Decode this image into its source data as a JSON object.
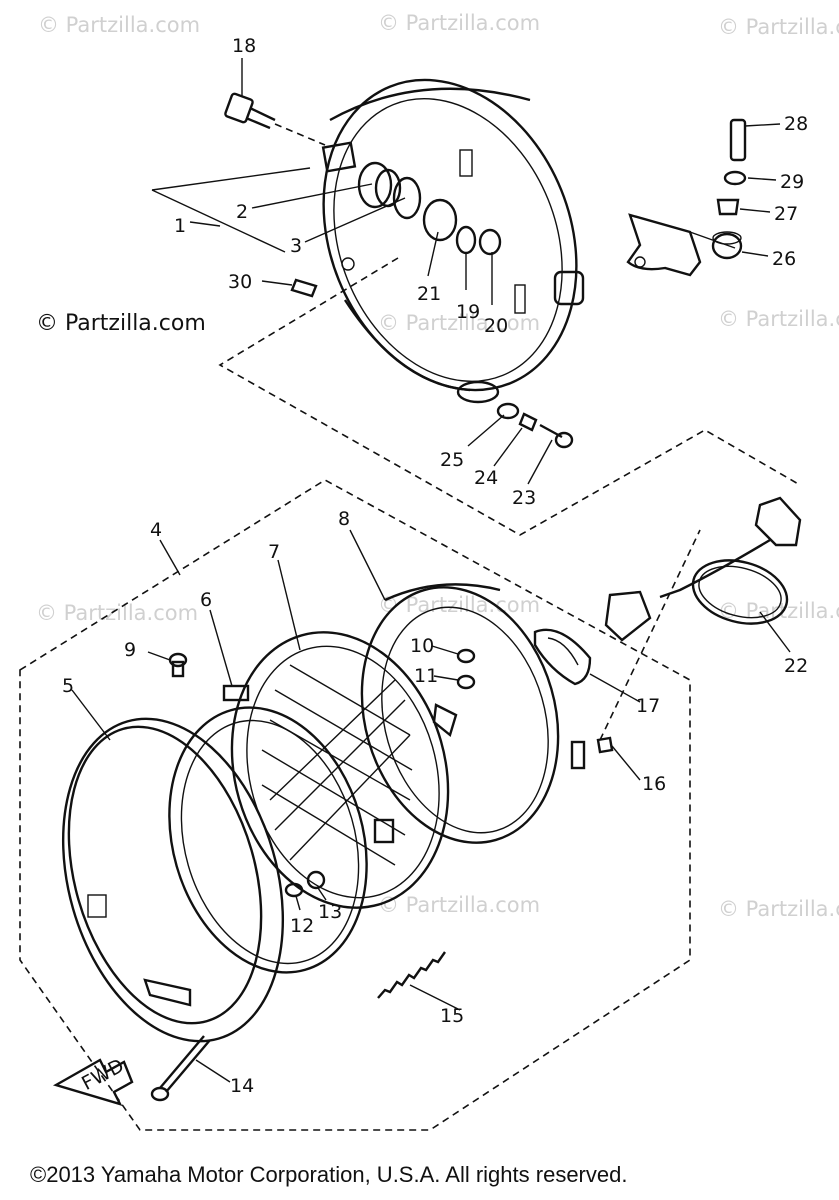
{
  "watermarks": [
    "© Partzilla.com",
    "© Partzilla.com",
    "© Partzilla.com",
    "© Partzilla.com",
    "© Partzilla.com",
    "© Partzilla.com",
    "© Partzilla.com",
    "© Partzilla.com",
    "© Partzilla.com",
    "© Partzilla.com"
  ],
  "watermark_prominent": "© Partzilla.com",
  "fwd_label": "FWD",
  "callouts": [
    "18",
    "1",
    "2",
    "3",
    "30",
    "21",
    "19",
    "20",
    "28",
    "29",
    "27",
    "26",
    "25",
    "24",
    "23",
    "4",
    "8",
    "6",
    "7",
    "9",
    "10",
    "11",
    "5",
    "17",
    "22",
    "16",
    "12",
    "13",
    "15",
    "14"
  ],
  "copyright": "©2013  Yamaha Motor Corporation, U.S.A. All rights reserved."
}
